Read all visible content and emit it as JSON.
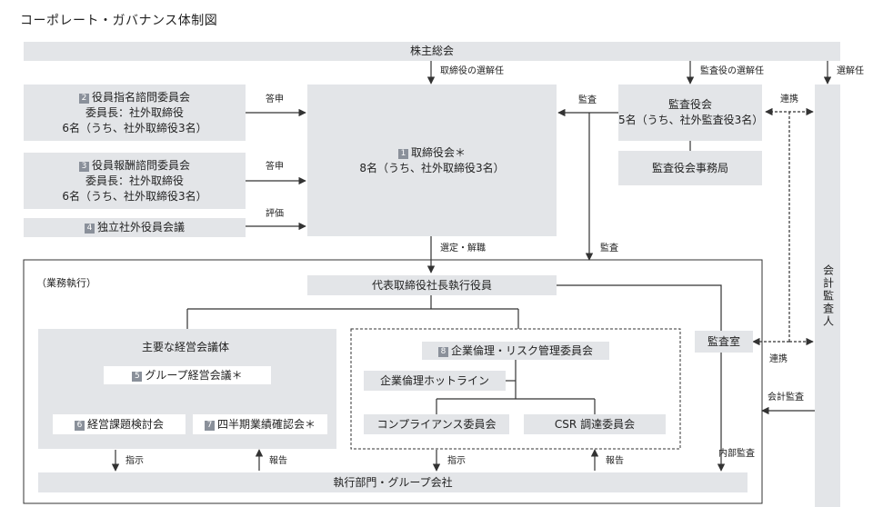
{
  "title": "コーポレート・ガバナンス体制図",
  "shareholders": "株主総会",
  "board": {
    "num": "1",
    "name": "取締役会＊",
    "detail": "8名（うち、社外取締役3名）"
  },
  "nomination": {
    "num": "2",
    "name": "役員指名諮問委員会",
    "chair": "委員長：社外取締役",
    "detail": "6名（うち、社外取締役3名）"
  },
  "remuneration": {
    "num": "3",
    "name": "役員報酬諮問委員会",
    "chair": "委員長：社外取締役",
    "detail": "6名（うち、社外取締役3名）"
  },
  "independent": {
    "num": "4",
    "name": "独立社外役員会議"
  },
  "audit_board": {
    "name": "監査役会",
    "detail": "5名（うち、社外監査役3名）"
  },
  "audit_office_board": "監査役会事務局",
  "accounting_auditor": "会計監査人",
  "execution_label": "（業務執行）",
  "president": "代表取締役社長執行役員",
  "main_bodies": "主要な経営会議体",
  "group_mgmt": {
    "num": "5",
    "name": "グループ経営会議＊"
  },
  "issues": {
    "num": "6",
    "name": "経営課題検討会"
  },
  "quarterly": {
    "num": "7",
    "name": "四半期業績確認会＊"
  },
  "ethics": {
    "num": "8",
    "name": "企業倫理・リスク管理委員会"
  },
  "hotline": "企業倫理ホットライン",
  "compliance": "コンプライアンス委員会",
  "csr": "CSR 調達委員会",
  "internal_audit_office": "監査室",
  "departments": "執行部門・グループ会社",
  "labels": {
    "elect_directors": "取締役の選解任",
    "elect_auditors": "監査役の選解任",
    "elect": "選解任",
    "report1": "答申",
    "report2": "答申",
    "evaluate": "評価",
    "audit1": "監査",
    "audit2": "監査",
    "appoint": "選定・解職",
    "coop1": "連携",
    "coop2": "連携",
    "accounting_audit": "会計監査",
    "internal_audit": "内部監査",
    "instruct1": "指示",
    "report3": "報告",
    "instruct2": "指示",
    "report4": "報告"
  }
}
